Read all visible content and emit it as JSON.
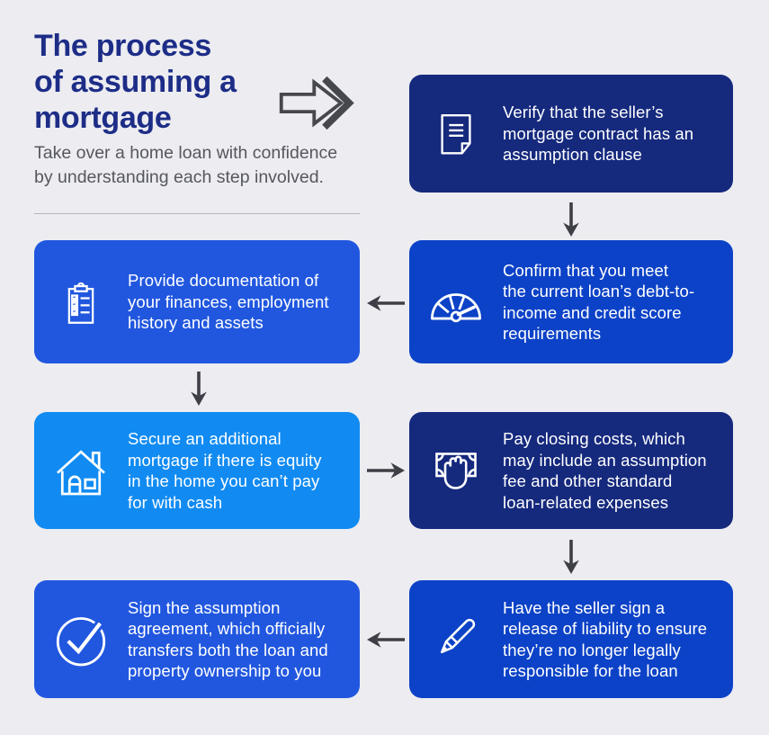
{
  "page": {
    "background_color": "#ececf1",
    "title": "The process\nof assuming a\nmortgage",
    "subtitle": "Take over a home loan with confidence\nby understanding each step involved.",
    "title_color": "#1d2d87",
    "header_arrow_icon": "double-chevron-right-icon"
  },
  "palette": {
    "navy": "#15297d",
    "royal_blue": "#0c42c7",
    "bright_blue": "#2157df",
    "sky_blue": "#118bf2",
    "card_text": "#ffffff",
    "connector_gray": "#3e3e46",
    "subtitle_gray": "#56575f"
  },
  "steps": [
    {
      "order": 1,
      "icon": "contract-document-icon",
      "color": "navy",
      "text": "Verify that the seller’s\nmortgage contract has an\nassumption clause"
    },
    {
      "order": 2,
      "icon": "credit-gauge-icon",
      "color": "royal_blue",
      "text": "Confirm that you meet\nthe current loan’s debt-to-\nincome and credit score\nrequirements"
    },
    {
      "order": 3,
      "icon": "checklist-clipboard-icon",
      "color": "bright_blue",
      "text": "Provide documentation of\nyour finances, employment\nhistory and assets"
    },
    {
      "order": 4,
      "icon": "house-icon",
      "color": "sky_blue",
      "text": "Secure an additional\nmortgage if there is equity\nin the home you can’t pay\nfor with cash"
    },
    {
      "order": 5,
      "icon": "cash-hand-icon",
      "color": "navy",
      "text": "Pay closing costs, which\nmay include an assumption\nfee and other standard\nloan-related expenses"
    },
    {
      "order": 6,
      "icon": "pen-icon",
      "color": "royal_blue",
      "text": "Have the seller sign a\nrelease of liability to ensure\nthey’re no longer legally\nresponsible for the loan"
    },
    {
      "order": 7,
      "icon": "check-circle-icon",
      "color": "bright_blue",
      "text": "Sign the assumption\nagreement, which officially\ntransfers both the loan and\nproperty ownership to you"
    }
  ],
  "connectors": [
    {
      "from": 1,
      "to": 2,
      "direction": "down"
    },
    {
      "from": 2,
      "to": 3,
      "direction": "left"
    },
    {
      "from": 3,
      "to": 4,
      "direction": "down"
    },
    {
      "from": 4,
      "to": 5,
      "direction": "right"
    },
    {
      "from": 5,
      "to": 6,
      "direction": "down"
    },
    {
      "from": 6,
      "to": 7,
      "direction": "left"
    }
  ]
}
